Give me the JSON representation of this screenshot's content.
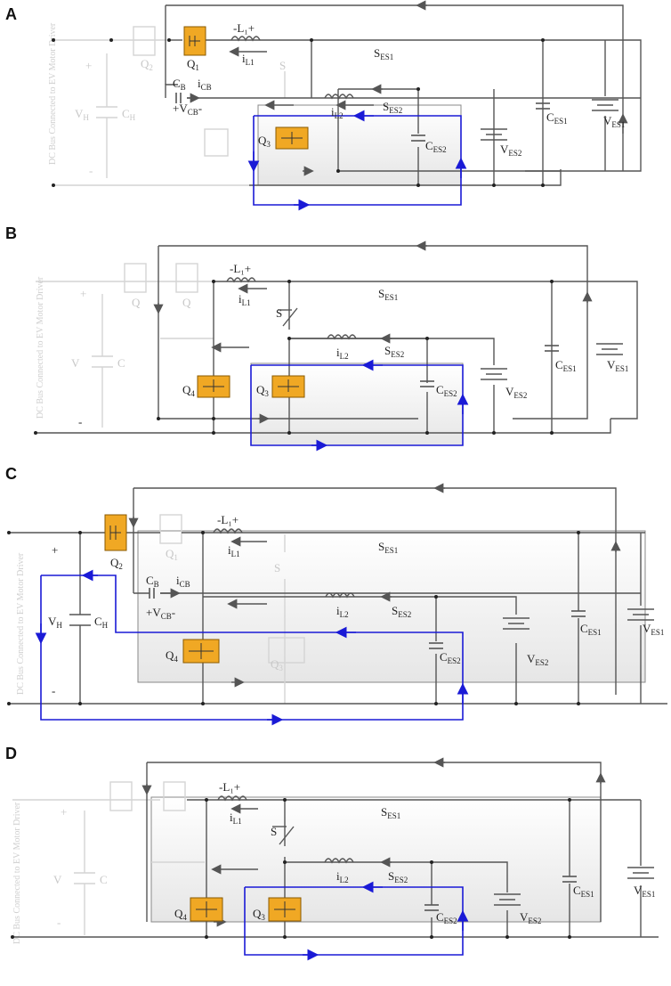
{
  "panels": [
    {
      "letter": "A",
      "labels": {
        "L1": "-L₁+",
        "iL1": "i",
        "iL1s": "L1",
        "iL2": "i",
        "iL2s": "L2",
        "SES1": "S",
        "SES1s": "ES1",
        "SES2": "S",
        "SES2s": "ES2",
        "CB": "C",
        "CBs": "B",
        "iCB": "i",
        "iCBs": "CB",
        "VCB": "+V",
        "VCBs": "CB",
        "VCBe": "-",
        "Q1": "Q",
        "Q1s": "1",
        "Q2": "Q",
        "Q2s": "2",
        "Q3": "Q",
        "Q3s": "3",
        "S": "S",
        "CES1": "C",
        "CES1s": "ES1",
        "VES1": "V",
        "VES1s": "ES1",
        "CES2": "C",
        "CES2s": "ES2",
        "VES2": "V",
        "VES2s": "ES2",
        "VH": "V",
        "VHs": "H",
        "CH": "C",
        "CHs": "H",
        "plus": "+",
        "minus": "-"
      }
    },
    {
      "letter": "B",
      "labels": {
        "L1": "-L₁+",
        "iL1": "i",
        "iL1s": "L1",
        "iL2": "i",
        "iL2s": "L2",
        "SES1": "S",
        "SES1s": "ES1",
        "SES2": "S",
        "SES2s": "ES2",
        "S": "S",
        "Q1": "Q",
        "Q2": "Q",
        "Q3": "Q",
        "Q3s": "3",
        "Q4": "Q",
        "Q4s": "4",
        "CES1": "C",
        "CES1s": "ES1",
        "VES1": "V",
        "VES1s": "ES1",
        "CES2": "C",
        "CES2s": "ES2",
        "VES2": "V",
        "VES2s": "ES2",
        "VH": "V",
        "CH": "C",
        "plus": "+",
        "minus": "-"
      }
    },
    {
      "letter": "C",
      "labels": {
        "L1": "-L₁+",
        "iL1": "i",
        "iL1s": "L1",
        "iL2": "i",
        "iL2s": "L2",
        "SES1": "S",
        "SES1s": "ES1",
        "SES2": "S",
        "SES2s": "ES2",
        "CB": "C",
        "CBs": "B",
        "iCB": "i",
        "iCBs": "CB",
        "VCB": "+V",
        "VCBs": "CB",
        "VCBe": "-",
        "Q1": "Q",
        "Q1s": "1",
        "Q2": "Q",
        "Q2s": "2",
        "Q3": "Q",
        "Q3s": "3",
        "Q4": "Q",
        "Q4s": "4",
        "S": "S",
        "CES1": "C",
        "CES1s": "ES1",
        "VES1": "V",
        "VES1s": "ES1",
        "CES2": "C",
        "CES2s": "ES2",
        "VES2": "V",
        "VES2s": "ES2",
        "VH": "V",
        "VHs": "H",
        "CH": "C",
        "CHs": "H",
        "plus": "+",
        "minus": "-"
      }
    },
    {
      "letter": "D",
      "labels": {
        "L1": "-L₁+",
        "iL1": "i",
        "iL1s": "L1",
        "iL2": "i",
        "iL2s": "L2",
        "SES1": "S",
        "SES1s": "ES1",
        "SES2": "S",
        "SES2s": "ES2",
        "S": "S",
        "Q3": "Q",
        "Q3s": "3",
        "Q4": "Q",
        "Q4s": "4",
        "CES1": "C",
        "CES1s": "ES1",
        "VES1": "V",
        "VES1s": "ES1",
        "CES2": "C",
        "CES2s": "ES2",
        "VES2": "V",
        "VES2s": "ES2",
        "VH": "V",
        "CH": "C",
        "plus": "+",
        "minus": "-"
      }
    }
  ],
  "side_label": "DC Bus Connected to EV Motor Driver",
  "colors": {
    "wire": "#555555",
    "loop": "#1a1ad6",
    "switch_on": "#f0a824",
    "faded": "#d0d0d0",
    "box_fill": "#f1f1f1"
  }
}
